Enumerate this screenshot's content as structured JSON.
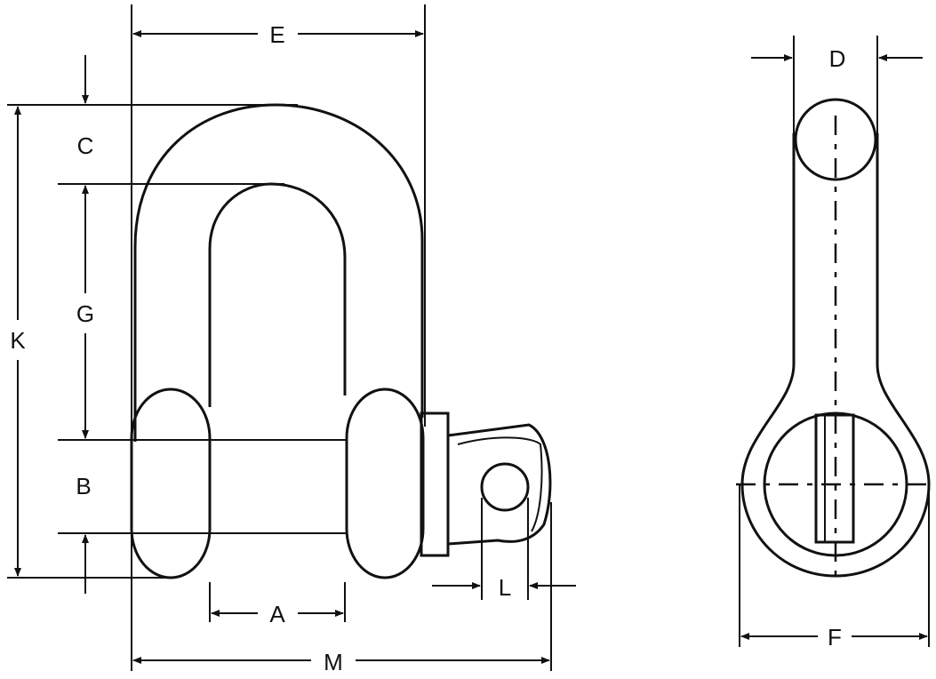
{
  "diagram": {
    "labels": {
      "A": "A",
      "B": "B",
      "C": "C",
      "D": "D",
      "E": "E",
      "F": "F",
      "G": "G",
      "K": "K",
      "L": "L",
      "M": "M"
    }
  }
}
